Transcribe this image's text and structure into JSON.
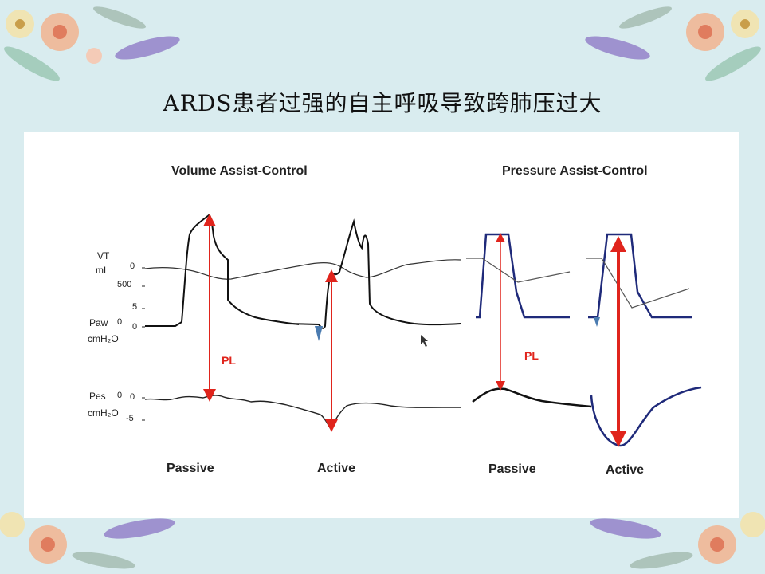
{
  "slide": {
    "title": "ARDS患者过强的自主呼吸导致跨肺压过大"
  },
  "figure": {
    "panels": [
      {
        "title": "Volume Assist-Control",
        "captions": [
          "Passive",
          "Active"
        ]
      },
      {
        "title": "Pressure Assist-Control",
        "captions": [
          "Passive",
          "Active"
        ]
      }
    ],
    "axis_labels": {
      "vt": [
        "VT",
        "mL"
      ],
      "paw": [
        "Paw",
        "cmH₂O"
      ],
      "pes": [
        "Pes",
        "cmH₂O"
      ]
    },
    "ticks": {
      "vt": [
        "0",
        "500"
      ],
      "paw": [
        "5",
        "0",
        "0"
      ],
      "pes": [
        "0",
        "0",
        "-5"
      ]
    },
    "pl_label": "PL",
    "colors": {
      "pl_arrow": "#e0241c",
      "pressure_curve": "#1f2a7a",
      "trigger": "#4a7bb0",
      "trace": "#111111",
      "background": "#d9ecef"
    }
  },
  "decorations": [
    "watercolor-flower-top-left",
    "watercolor-flower-top-right",
    "watercolor-flower-bottom-left",
    "watercolor-flower-bottom-right"
  ]
}
